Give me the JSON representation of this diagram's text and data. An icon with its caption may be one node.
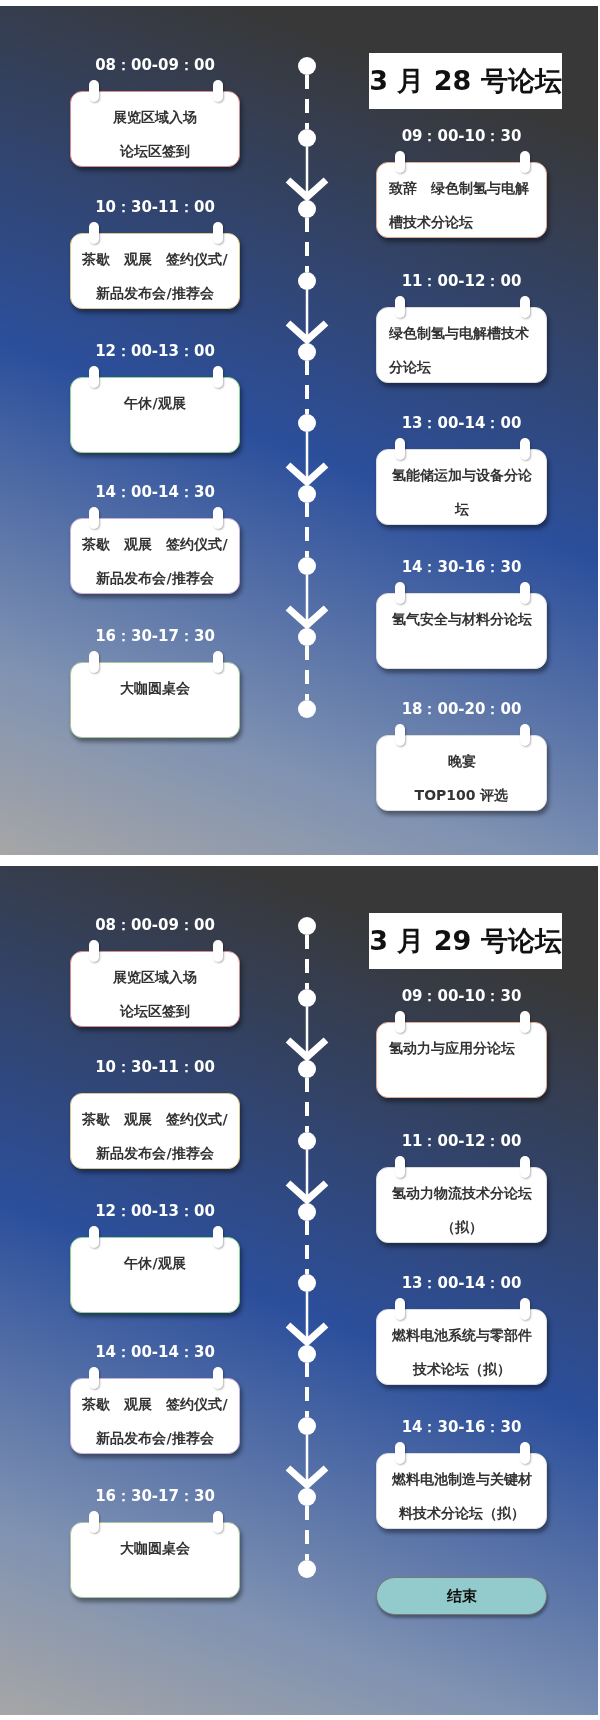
{
  "diagram": {
    "nodes": [
      {
        "text": [
          "3 月 28 号论坛"
        ]
      },
      {
        "text": [
          "展览区域入场",
          "论坛区签到"
        ],
        "beside": [
          "08：00-09：00"
        ]
      },
      {
        "text": [
          "茶歇　观展　签约仪式/新品发布会/推荐会"
        ],
        "beside": [
          "10：30-11：00"
        ]
      },
      {
        "text": [
          "午休/观展"
        ],
        "beside": [
          "12：00-13：00"
        ]
      },
      {
        "text": [
          "茶歇　观展　签约仪式/新品发布会/推荐会"
        ],
        "beside": [
          "14：00-14：30"
        ]
      },
      {
        "text": [
          "大咖圆桌会"
        ],
        "beside": [
          "16：30-17：30"
        ]
      },
      {
        "text": [
          "致辞　绿色制氢与电解槽技术分论坛"
        ],
        "beside": [
          "09：00-10：30"
        ]
      },
      {
        "text": [
          "绿色制氢与电解槽技术分论坛"
        ],
        "beside": [
          "11：00-12：00"
        ]
      },
      {
        "text": [
          "氢能储运加与设备分论坛"
        ],
        "beside": [
          "13：00-14：00"
        ]
      },
      {
        "text": [
          "氢气安全与材料分论坛"
        ],
        "beside": [
          "14：30-16：30"
        ]
      },
      {
        "text": [
          "晚宴",
          "TOP100 评选"
        ],
        "beside": [
          "18：00-20：00"
        ]
      },
      {
        "text": [],
        "shape": "circle"
      },
      {
        "text": [],
        "shape": "circle"
      },
      {
        "text": [],
        "shape": "circle"
      },
      {
        "text": [],
        "shape": "circle"
      },
      {
        "text": [],
        "shape": "circle"
      },
      {
        "text": [],
        "shape": "circle"
      },
      {
        "text": [],
        "shape": "circle"
      },
      {
        "text": [],
        "shape": "circle"
      },
      {
        "text": [],
        "shape": "circle"
      },
      {
        "text": [],
        "shape": "circle"
      },
      {
        "text": [
          "3 月 29 号论坛"
        ]
      },
      {
        "text": [
          "展览区域入场",
          "论坛区签到"
        ],
        "beside": [
          "08：00-09：00"
        ]
      },
      {
        "text": [
          "茶歇　观展　签约仪式/新品发布会/推荐会"
        ],
        "beside": [
          "10：30-11：00"
        ]
      },
      {
        "text": [
          "午休/观展"
        ],
        "beside": [
          "12：00-13：00"
        ]
      },
      {
        "text": [
          "茶歇　观展　签约仪式/新品发布会/推荐会"
        ],
        "beside": [
          "14：00-14：30"
        ]
      },
      {
        "text": [
          "大咖圆桌会"
        ],
        "beside": [
          "16：30-17：30"
        ]
      },
      {
        "text": [
          "氢动力与应用分论坛"
        ],
        "beside": [
          "09：00-10：30"
        ]
      },
      {
        "text": [
          "氢动力物流技术分论坛（拟）"
        ],
        "beside": [
          "11：00-12：00"
        ]
      },
      {
        "text": [
          "燃料电池系统与零部件技术论坛（拟）"
        ],
        "beside": [
          "13：00-14：00"
        ]
      },
      {
        "text": [
          "燃料电池制造与关键材料技术分论坛（拟）"
        ],
        "beside": [
          "14：30-16：30"
        ]
      },
      {
        "text": [
          "结束"
        ]
      },
      {
        "text": [],
        "shape": "circle"
      },
      {
        "text": [],
        "shape": "circle"
      },
      {
        "text": [],
        "shape": "circle"
      },
      {
        "text": [],
        "shape": "circle"
      },
      {
        "text": [],
        "shape": "circle"
      },
      {
        "text": [],
        "shape": "circle"
      },
      {
        "text": [],
        "shape": "circle"
      },
      {
        "text": [],
        "shape": "circle"
      },
      {
        "text": [],
        "shape": "circle"
      },
      {
        "text": [],
        "shape": "circle"
      }
    ],
    "edges": [
      {
        "from": 11,
        "to": 12,
        "arrow": "none",
        "style": "dashed"
      },
      {
        "from": 12,
        "to": 13,
        "arrow": "to"
      },
      {
        "from": 13,
        "to": 14,
        "arrow": "none",
        "style": "dashed"
      },
      {
        "from": 14,
        "to": 15,
        "arrow": "to"
      },
      {
        "from": 15,
        "to": 16,
        "arrow": "none",
        "style": "dashed"
      },
      {
        "from": 16,
        "to": 17,
        "arrow": "to"
      },
      {
        "from": 17,
        "to": 18,
        "arrow": "none",
        "style": "dashed"
      },
      {
        "from": 18,
        "to": 19,
        "arrow": "to"
      },
      {
        "from": 19,
        "to": 20,
        "arrow": "none",
        "style": "dashed"
      },
      {
        "from": 32,
        "to": 33,
        "arrow": "none",
        "style": "dashed"
      },
      {
        "from": 33,
        "to": 34,
        "arrow": "to"
      },
      {
        "from": 34,
        "to": 35,
        "arrow": "none",
        "style": "dashed"
      },
      {
        "from": 35,
        "to": 36,
        "arrow": "to"
      },
      {
        "from": 36,
        "to": 37,
        "arrow": "none",
        "style": "dashed"
      },
      {
        "from": 37,
        "to": 38,
        "arrow": "to"
      },
      {
        "from": 38,
        "to": 39,
        "arrow": "none",
        "style": "dashed"
      },
      {
        "from": 39,
        "to": 40,
        "arrow": "to"
      },
      {
        "from": 40,
        "to": 41,
        "arrow": "none",
        "style": "dashed"
      }
    ]
  }
}
